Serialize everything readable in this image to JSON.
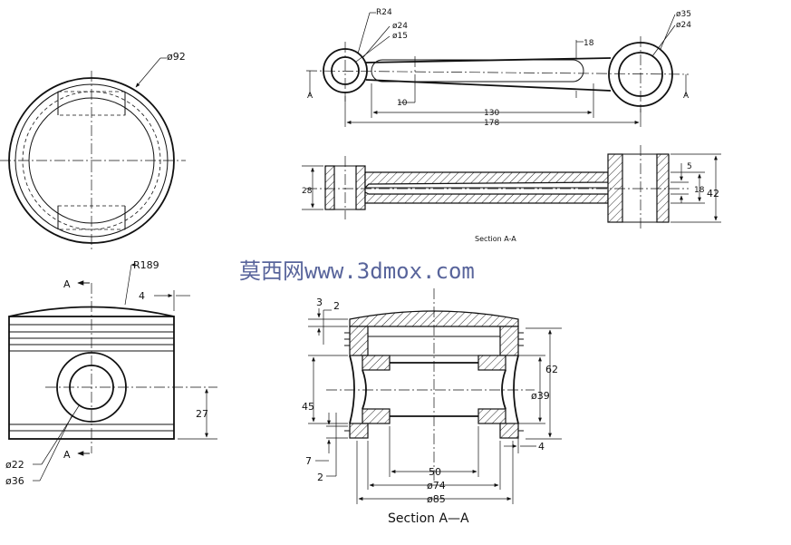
{
  "watermark": "莫西网www.3dmox.com",
  "piston_top_view": {
    "dia_label": "ø92"
  },
  "piston_front_view": {
    "radius_label": "R189",
    "section_a_top": "A",
    "section_a_bottom": "A",
    "ring_gap_label": "4",
    "pin_height_label": "27",
    "pin_dia_label": "ø22",
    "boss_dia_label": "ø36"
  },
  "piston_section": {
    "dim_3": "3",
    "dim_2_top": "2",
    "dim_62": "62",
    "dim_45": "45",
    "dim_39": "ø39",
    "dim_7": "7",
    "dim_2_bottom": "2",
    "dim_4": "4",
    "dim_50": "50",
    "dim_74": "ø74",
    "dim_85": "ø85",
    "title": "Section A—A"
  },
  "rod_top_view": {
    "r24": "R24",
    "d24_small": "ø24",
    "d15": "ø15",
    "d35": "ø35",
    "d24_big": "ø24",
    "dim_18": "18",
    "dim_10": "10",
    "dim_130": "130",
    "dim_178": "178",
    "a_left": "A",
    "a_right": "A"
  },
  "rod_section": {
    "dim_28": "28",
    "dim_5": "5",
    "dim_18": "18",
    "dim_42": "42",
    "title": "Section A-A"
  }
}
